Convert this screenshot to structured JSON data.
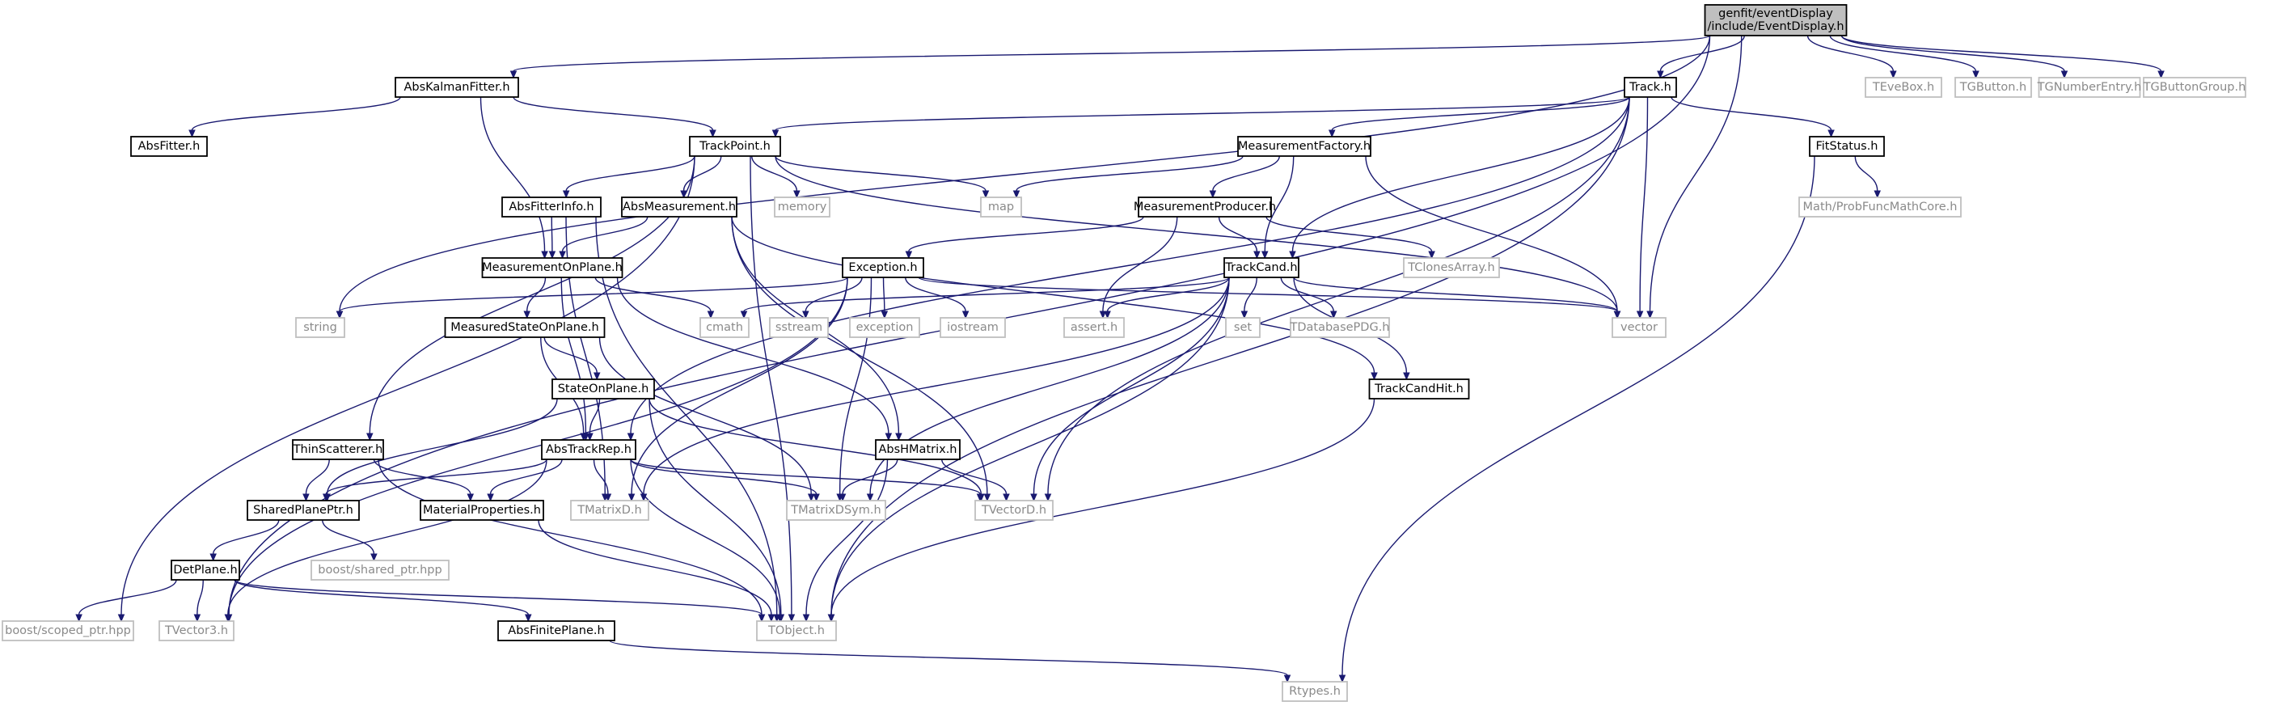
{
  "root_node": [
    "genfit/eventDisplay",
    "/include/EventDisplay.h"
  ],
  "nodes": {
    "eventdisplay": "genfit/eventDisplay/include/EventDisplay.h",
    "abskalman": "AbsKalmanFitter.h",
    "track": "Track.h",
    "teve": "TEveBox.h",
    "tgbutton": "TGButton.h",
    "tgnumber": "TGNumberEntry.h",
    "tgbuttongroup": "TGButtonGroup.h",
    "absfitter": "AbsFitter.h",
    "trackpoint": "TrackPoint.h",
    "measfactory": "MeasurementFactory.h",
    "fitstatus": "FitStatus.h",
    "absfitterinfo": "AbsFitterInfo.h",
    "absmeas": "AbsMeasurement.h",
    "memory": "memory",
    "map": "map",
    "measproducer": "MeasurementProducer.h",
    "probfunc": "Math/ProbFuncMathCore.h",
    "measonplane": "MeasurementOnPlane.h",
    "exception": "Exception.h",
    "trackcand": "TrackCand.h",
    "tclonesarray": "TClonesArray.h",
    "string": "string",
    "measstate": "MeasuredStateOnPlane.h",
    "cmath": "cmath",
    "sstream": "sstream",
    "exceptionstd": "exception",
    "iostream": "iostream",
    "assert": "assert.h",
    "set": "set",
    "tdatabase": "TDatabasePDG.h",
    "vector": "vector",
    "stateonplane": "StateOnPlane.h",
    "trackcandhit": "TrackCandHit.h",
    "thinscatterer": "ThinScatterer.h",
    "abstrackrep": "AbsTrackRep.h",
    "abshmatrix": "AbsHMatrix.h",
    "sharedplane": "SharedPlanePtr.h",
    "materialprops": "MaterialProperties.h",
    "tmatrixd": "TMatrixD.h",
    "tmatrixdsym": "TMatrixDSym.h",
    "tvectord": "TVectorD.h",
    "boostshared": "boost/shared_ptr.hpp",
    "detplane": "DetPlane.h",
    "boostscoped": "boost/scoped_ptr.hpp",
    "tvector3": "TVector3.h",
    "absfinite": "AbsFinitePlane.h",
    "tobject": "TObject.h",
    "rtypes": "Rtypes.h"
  },
  "system_headers": [
    "teve",
    "tgbutton",
    "tgnumber",
    "tgbuttongroup",
    "memory",
    "map",
    "probfunc",
    "tclonesarray",
    "string",
    "cmath",
    "sstream",
    "exceptionstd",
    "iostream",
    "assert",
    "set",
    "tdatabase",
    "vector",
    "tmatrixd",
    "tmatrixdsym",
    "tvectord",
    "boostshared",
    "boostscoped",
    "tvector3",
    "tobject",
    "rtypes"
  ],
  "edges": [
    [
      "eventdisplay",
      "abskalman"
    ],
    [
      "eventdisplay",
      "track"
    ],
    [
      "eventdisplay",
      "teve"
    ],
    [
      "eventdisplay",
      "tgbutton"
    ],
    [
      "eventdisplay",
      "tgnumber"
    ],
    [
      "eventdisplay",
      "tgbuttongroup"
    ],
    [
      "eventdisplay",
      "string"
    ],
    [
      "eventdisplay",
      "vector"
    ],
    [
      "eventdisplay",
      "tvector3"
    ],
    [
      "abskalman",
      "absfitter"
    ],
    [
      "abskalman",
      "trackpoint"
    ],
    [
      "abskalman",
      "measonplane"
    ],
    [
      "track",
      "trackpoint"
    ],
    [
      "track",
      "measfactory"
    ],
    [
      "track",
      "fitstatus"
    ],
    [
      "track",
      "trackcand"
    ],
    [
      "track",
      "vector"
    ],
    [
      "track",
      "tvectord"
    ],
    [
      "track",
      "tobject"
    ],
    [
      "track",
      "abstrackrep"
    ],
    [
      "trackpoint",
      "absfitterinfo"
    ],
    [
      "trackpoint",
      "absmeas"
    ],
    [
      "trackpoint",
      "memory"
    ],
    [
      "trackpoint",
      "map"
    ],
    [
      "trackpoint",
      "vector"
    ],
    [
      "trackpoint",
      "tobject"
    ],
    [
      "trackpoint",
      "boostscoped"
    ],
    [
      "trackpoint",
      "thinscatterer"
    ],
    [
      "measfactory",
      "measproducer"
    ],
    [
      "measfactory",
      "trackcand"
    ],
    [
      "measfactory",
      "map"
    ],
    [
      "measfactory",
      "vector"
    ],
    [
      "fitstatus",
      "probfunc"
    ],
    [
      "fitstatus",
      "rtypes"
    ],
    [
      "absfitterinfo",
      "measonplane"
    ],
    [
      "absfitterinfo",
      "tobject"
    ],
    [
      "absfitterinfo",
      "tmatrixd"
    ],
    [
      "absmeas",
      "measonplane"
    ],
    [
      "absmeas",
      "abshmatrix"
    ],
    [
      "absmeas",
      "tvectord"
    ],
    [
      "absmeas",
      "trackcandhit"
    ],
    [
      "measproducer",
      "exception"
    ],
    [
      "measproducer",
      "trackcand"
    ],
    [
      "measproducer",
      "tclonesarray"
    ],
    [
      "measproducer",
      "assert"
    ],
    [
      "measonplane",
      "measstate"
    ],
    [
      "measonplane",
      "cmath"
    ],
    [
      "measonplane",
      "abshmatrix"
    ],
    [
      "measonplane",
      "abstrackrep"
    ],
    [
      "exception",
      "string"
    ],
    [
      "exception",
      "sstream"
    ],
    [
      "exception",
      "exceptionstd"
    ],
    [
      "exception",
      "iostream"
    ],
    [
      "exception",
      "vector"
    ],
    [
      "exception",
      "tvector3"
    ],
    [
      "exception",
      "tmatrixd"
    ],
    [
      "exception",
      "tmatrixdsym"
    ],
    [
      "trackcand",
      "cmath"
    ],
    [
      "trackcand",
      "assert"
    ],
    [
      "trackcand",
      "set"
    ],
    [
      "trackcand",
      "tdatabase"
    ],
    [
      "trackcand",
      "vector"
    ],
    [
      "trackcand",
      "trackcandhit"
    ],
    [
      "trackcand",
      "tvectord"
    ],
    [
      "trackcand",
      "tobject"
    ],
    [
      "trackcand",
      "tmatrixd"
    ],
    [
      "trackcand",
      "tmatrixdsym"
    ],
    [
      "measstate",
      "stateonplane"
    ],
    [
      "measstate",
      "abstrackrep"
    ],
    [
      "measstate",
      "tmatrixdsym"
    ],
    [
      "stateonplane",
      "abstrackrep"
    ],
    [
      "stateonplane",
      "sharedplane"
    ],
    [
      "stateonplane",
      "tvectord"
    ],
    [
      "stateonplane",
      "tobject"
    ],
    [
      "trackcandhit",
      "tobject"
    ],
    [
      "thinscatterer",
      "sharedplane"
    ],
    [
      "thinscatterer",
      "materialprops"
    ],
    [
      "thinscatterer",
      "tobject"
    ],
    [
      "abstrackrep",
      "sharedplane"
    ],
    [
      "abstrackrep",
      "materialprops"
    ],
    [
      "abstrackrep",
      "tmatrixd"
    ],
    [
      "abstrackrep",
      "tmatrixdsym"
    ],
    [
      "abstrackrep",
      "tvectord"
    ],
    [
      "abstrackrep",
      "tobject"
    ],
    [
      "abstrackrep",
      "tvector3"
    ],
    [
      "abshmatrix",
      "tmatrixdsym"
    ],
    [
      "abshmatrix",
      "tvectord"
    ],
    [
      "abshmatrix",
      "tobject"
    ],
    [
      "sharedplane",
      "detplane"
    ],
    [
      "sharedplane",
      "boostshared"
    ],
    [
      "materialprops",
      "tobject"
    ],
    [
      "detplane",
      "boostscoped"
    ],
    [
      "detplane",
      "tvector3"
    ],
    [
      "detplane",
      "absfinite"
    ],
    [
      "detplane",
      "tobject"
    ],
    [
      "absfinite",
      "rtypes"
    ]
  ]
}
